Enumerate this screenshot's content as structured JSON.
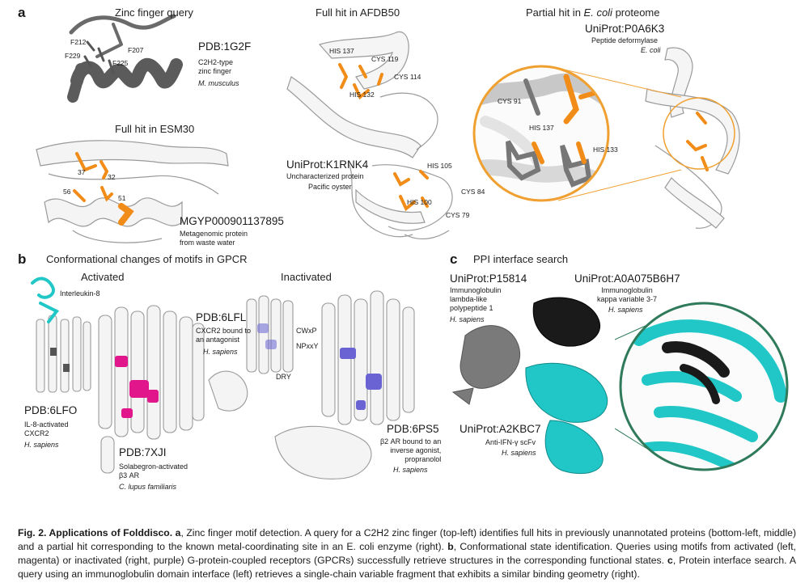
{
  "colors": {
    "orange": "#f28c18",
    "magenta": "#e0168a",
    "purple": "#6a63d4",
    "cyan": "#21c7c7",
    "dark_gray": "#5b5b5b",
    "circle_orange": "#f0a030",
    "circle_green": "#2f7a5a"
  },
  "panel_a": {
    "letter": "a",
    "query_title": "Zinc finger query",
    "query_pdb": "PDB:1G2F",
    "query_desc": "C2H2-type\nzinc finger",
    "query_species": "M. musculus",
    "query_residues": [
      "F212",
      "F207",
      "F229",
      "F225"
    ],
    "esm_title": "Full hit in ESM30",
    "esm_id": "MGYP000901137895",
    "esm_desc": "Metagenomic protein\nfrom waste water",
    "esm_residues": [
      "37",
      "32",
      "56",
      "51"
    ],
    "afdb_title": "Full hit in AFDB50",
    "afdb_id": "UniProt:K1RNK4",
    "afdb_desc": "Uncharacterized protein",
    "afdb_species": "Pacific oyster",
    "afdb_residues": [
      "HIS\n137",
      "CYS\n119",
      "CYS\n114",
      "HIS\n132",
      "HIS\n105",
      "CYS\n84",
      "HIS\n100",
      "CYS\n79"
    ],
    "ecoli_title_prefix": "Partial hit in ",
    "ecoli_title_italic": "E. coli",
    "ecoli_title_suffix": " proteome",
    "ecoli_id": "UniProt:P0A6K3",
    "ecoli_desc": "Peptide deformylase",
    "ecoli_species": "E. coli",
    "ecoli_residues": [
      "CYS\n91",
      "HIS\n137",
      "HIS\n133"
    ]
  },
  "panel_b": {
    "letter": "b",
    "title": "Conformational changes of motifs in GPCR",
    "activated": "Activated",
    "inactivated": "Inactivated",
    "interleukin": "Interleukin-8",
    "pdb_6lfo": "PDB:6LFO",
    "desc_6lfo": "IL-8-activated\nCXCR2",
    "species_6lfo": "H. sapiens",
    "pdb_7xji": "PDB:7XJI",
    "desc_7xji": "Solabegron-activated\nβ3 AR",
    "species_7xji": "C. lupus familiaris",
    "pdb_6lfl": "PDB:6LFL",
    "desc_6lfl": "CXCR2 bound to\nan antagonist",
    "species_6lfl": "H. sapiens",
    "motif_cwxp": "CWxP",
    "motif_npxxy": "NPxxY",
    "motif_dry": "DRY",
    "pdb_6ps5": "PDB:6PS5",
    "desc_6ps5": "β2 AR bound to an\ninverse agonist,\npropranolol",
    "species_6ps5": "H. sapiens"
  },
  "panel_c": {
    "letter": "c",
    "title": "PPI interface search",
    "id_p15814": "UniProt:P15814",
    "desc_p15814": "Immunoglobulin\nlambda-like\npolypeptide 1",
    "species_p15814": "H. sapiens",
    "id_a0a075": "UniProt:A0A075B6H7",
    "desc_a0a075": "Immunoglobulin\nkappa variable 3-7",
    "species_a0a075": "H. sapiens",
    "id_a2kbc7": "UniProt:A2KBC7",
    "desc_a2kbc7": "Anti-IFN-γ scFv",
    "species_a2kbc7": "H. sapiens"
  },
  "caption": {
    "label": "Fig. 2. Applications of Folddisco.",
    "a_label": "a",
    "a_text": ", Zinc finger motif detection. A query for a C2H2 zinc finger (top-left) identifies full hits in previously unannotated proteins (bottom-left, middle) and a partial hit corresponding to the known metal-coordinating site in an E. coli enzyme (right). ",
    "b_label": "b",
    "b_text": ", Conformational state identification. Queries using motifs from activated (left, magenta) or inactivated (right, purple) G-protein-coupled receptors (GPCRs) successfully retrieve structures in the corresponding functional states. ",
    "c_label": "c",
    "c_text": ", Protein interface search. A query using an immunoglobulin domain interface (left) retrieves a single-chain variable fragment that exhibits a similar binding geometry (right)."
  }
}
